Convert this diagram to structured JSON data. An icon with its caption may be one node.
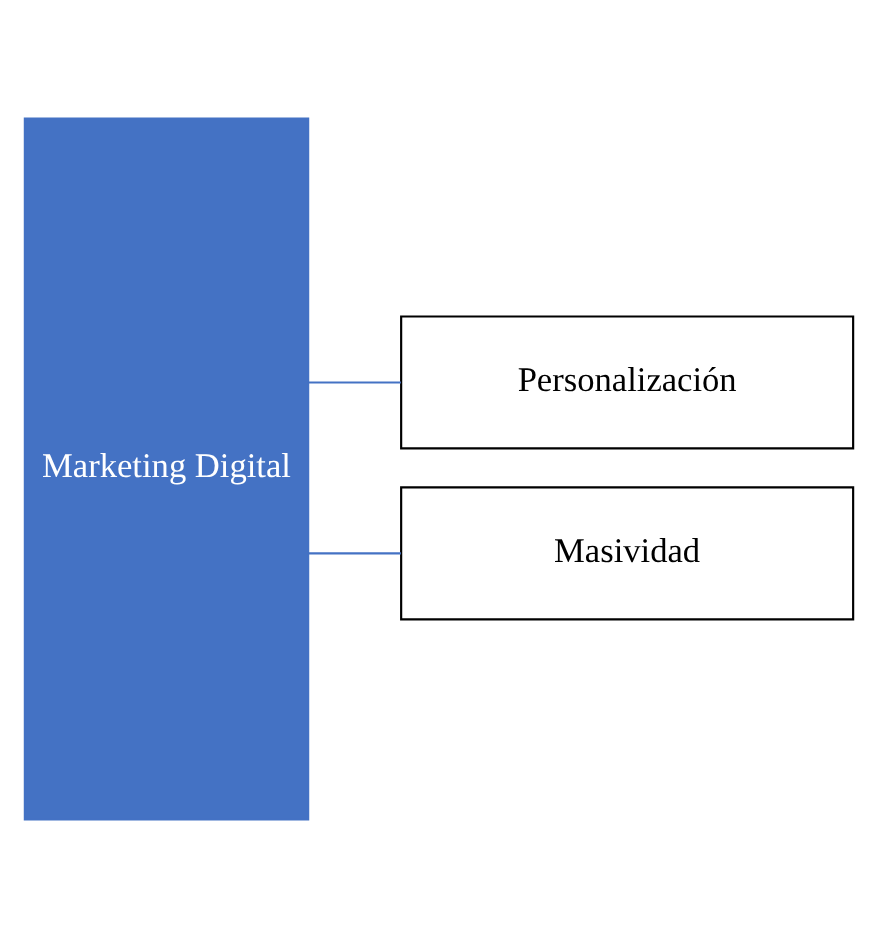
{
  "diagram": {
    "nodes": [
      {
        "text": [
          "Marketing Digital"
        ]
      },
      {
        "text": [
          "Personalización"
        ]
      },
      {
        "text": [
          "Masividad"
        ]
      }
    ],
    "edges": [
      {
        "from": 0,
        "to": 1,
        "arrow": "none"
      },
      {
        "from": 0,
        "to": 2,
        "arrow": "none"
      }
    ]
  }
}
